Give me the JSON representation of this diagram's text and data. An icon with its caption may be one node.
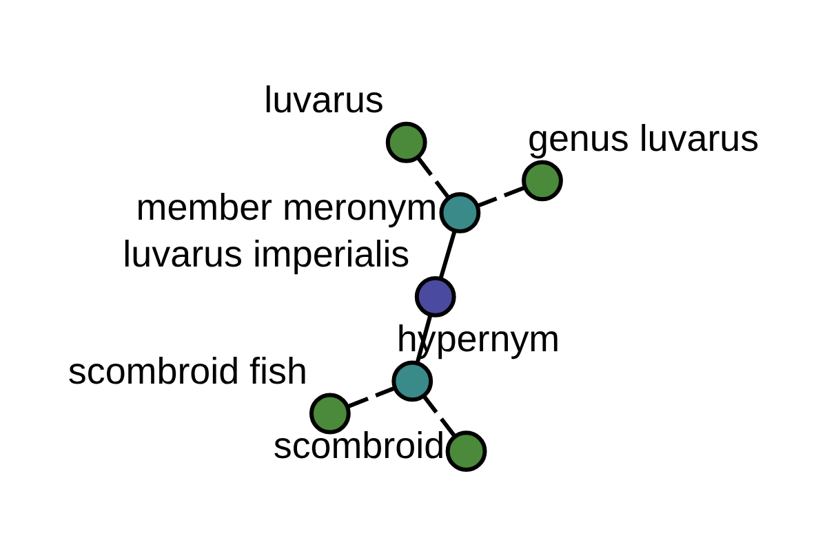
{
  "diagram": {
    "nodes": [
      {
        "text": [
          "scombroid fish"
        ]
      },
      {
        "text": [
          "scombroid"
        ]
      },
      {
        "text": [
          "hypernym"
        ]
      },
      {
        "text": [
          "luvarus imperialis"
        ]
      },
      {
        "text": [
          "genus luvarus"
        ]
      },
      {
        "text": [
          "member meronym"
        ]
      },
      {
        "text": [
          "luvarus"
        ]
      }
    ],
    "edges": [
      {
        "from": 2,
        "to": 0,
        "arrow": "none",
        "style": "dashed"
      },
      {
        "from": 2,
        "to": 1,
        "arrow": "none",
        "style": "dashed"
      },
      {
        "from": 3,
        "to": 2,
        "arrow": "none"
      },
      {
        "from": 3,
        "to": 5,
        "arrow": "none"
      },
      {
        "from": 5,
        "to": 4,
        "arrow": "none",
        "style": "dashed"
      },
      {
        "from": 5,
        "to": 6,
        "arrow": "none",
        "style": "dashed"
      }
    ]
  }
}
